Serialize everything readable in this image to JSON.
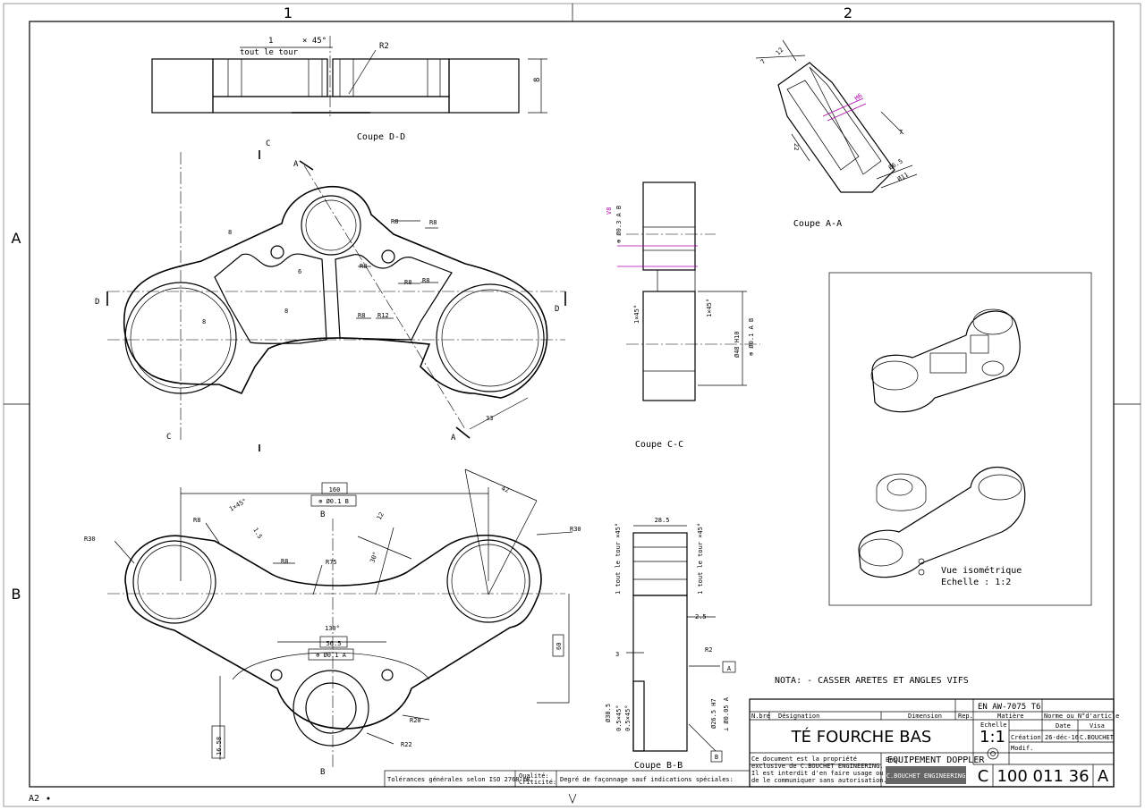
{
  "border": {
    "zones_top": [
      "1",
      "2"
    ],
    "zones_left": [
      "A",
      "B"
    ],
    "format": "A2"
  },
  "views": {
    "coupe_dd": "Coupe D-D",
    "coupe_aa": "Coupe A-A",
    "coupe_cc": "Coupe C-C",
    "coupe_bb": "Coupe B-B",
    "iso_title": "Vue isométrique",
    "iso_scale": "Echelle :   1:2"
  },
  "section_letters": {
    "a": "A",
    "b": "B",
    "c": "C",
    "d": "D"
  },
  "dims": {
    "dd_chamfer": "1",
    "dd_chamfer_unit": "× 45°",
    "dd_around": "tout le tour",
    "dd_r2": "R2",
    "dd_8": "8",
    "aa_7": "7",
    "aa_12": "12",
    "aa_22": "22",
    "aa_m6": "M6",
    "aa_7b": "7",
    "aa_d65": "Ø6.5",
    "aa_d11": "Ø11",
    "top_r8a": "R8",
    "top_r8b": "R8",
    "top_r8c": "R8",
    "top_r8d": "R8",
    "top_r8e": "R8",
    "top_r12": "R12",
    "top_8a": "8",
    "top_8b": "8",
    "top_8c": "8",
    "top_8d": "8",
    "top_6": "6",
    "top_33": "33",
    "cc_v8": "V8",
    "cc_pos1": "⊕ Ø0.3 A B",
    "cc_pos2": "⊕ Ø0.1 A B",
    "cc_d48": "Ø48 H10",
    "cc_ch1": "1×45°",
    "cc_ch2": "1×45°",
    "bot_160": "160",
    "bot_pos1": "⊕ Ø0.1 B",
    "bot_42": "42",
    "bot_12": "12",
    "bot_30deg": "30°",
    "bot_r75": "R75",
    "bot_r8a": "R8",
    "bot_r8b": "R8",
    "bot_ch": "1×45°",
    "bot_15": "1.5",
    "bot_r30a": "R30",
    "bot_r30b": "R30",
    "bot_130": "130°",
    "bot_565": "56.5",
    "bot_pos2": "⊕ Ø0.1 A",
    "bot_60": "60",
    "bot_1658": "16.58",
    "bot_r20": "R20",
    "bot_r22": "R22",
    "bb_285": "28.5",
    "bb_25": "2.5",
    "bb_3": "3",
    "bb_r2": "R2",
    "bb_d305": "Ø30.5",
    "bb_ch05": "0.5×45°",
    "bb_ch05b": "0.5×45°",
    "bb_d26": "Ø26.5 H7",
    "bb_pos": "⊥ Ø0.05 A",
    "bb_around1": "1 tout le tour ×45°",
    "bb_around2": "1 tout le tour ×45°"
  },
  "nota": "NOTA:  - CASSER ARETES ET ANGLES VIFS",
  "title_block": {
    "material_code": "EN AW-7075 T6",
    "col_nbre": "N.bre",
    "col_designation": "Désignation",
    "col_dimension": "Dimension",
    "col_rep": "Rep.",
    "col_matiere": "Matière",
    "col_norme": "Norme ou N°d'article",
    "echelle_label": "Echelle",
    "scale": "1:1",
    "date_label": "Date",
    "visa_label": "Visa",
    "creation_label": "Création",
    "creation_date": "26-déc-16",
    "creation_visa": "C.BOUCHET",
    "modif_label": "Modif.",
    "title": "TÉ FOURCHE BAS",
    "ensemble": "EQUIPEMENT DOPPLER",
    "ensemble_prefix": "Ens.",
    "company": "C.BOUCHET ENGINEERING",
    "doc_prefix": "C",
    "doc_number": "100 011 36",
    "revision": "A",
    "property_note_1": "Ce document est la propriété",
    "property_note_2": "exclusive de C.BOUCHET ENGINEERING.",
    "property_note_3": "Il est interdit d'en faire usage ou",
    "property_note_4": "de le communiquer sans autorisation.",
    "tolerances": "Tolérances générales selon ISO 2768 mK",
    "qualite": "Qualité:",
    "criticite": "Criticité:",
    "faconnage": "Degré de façonnage sauf indications spéciales:"
  },
  "colors": {
    "line": "#000000",
    "thread": "#b000b0",
    "company_box": "#666666"
  }
}
